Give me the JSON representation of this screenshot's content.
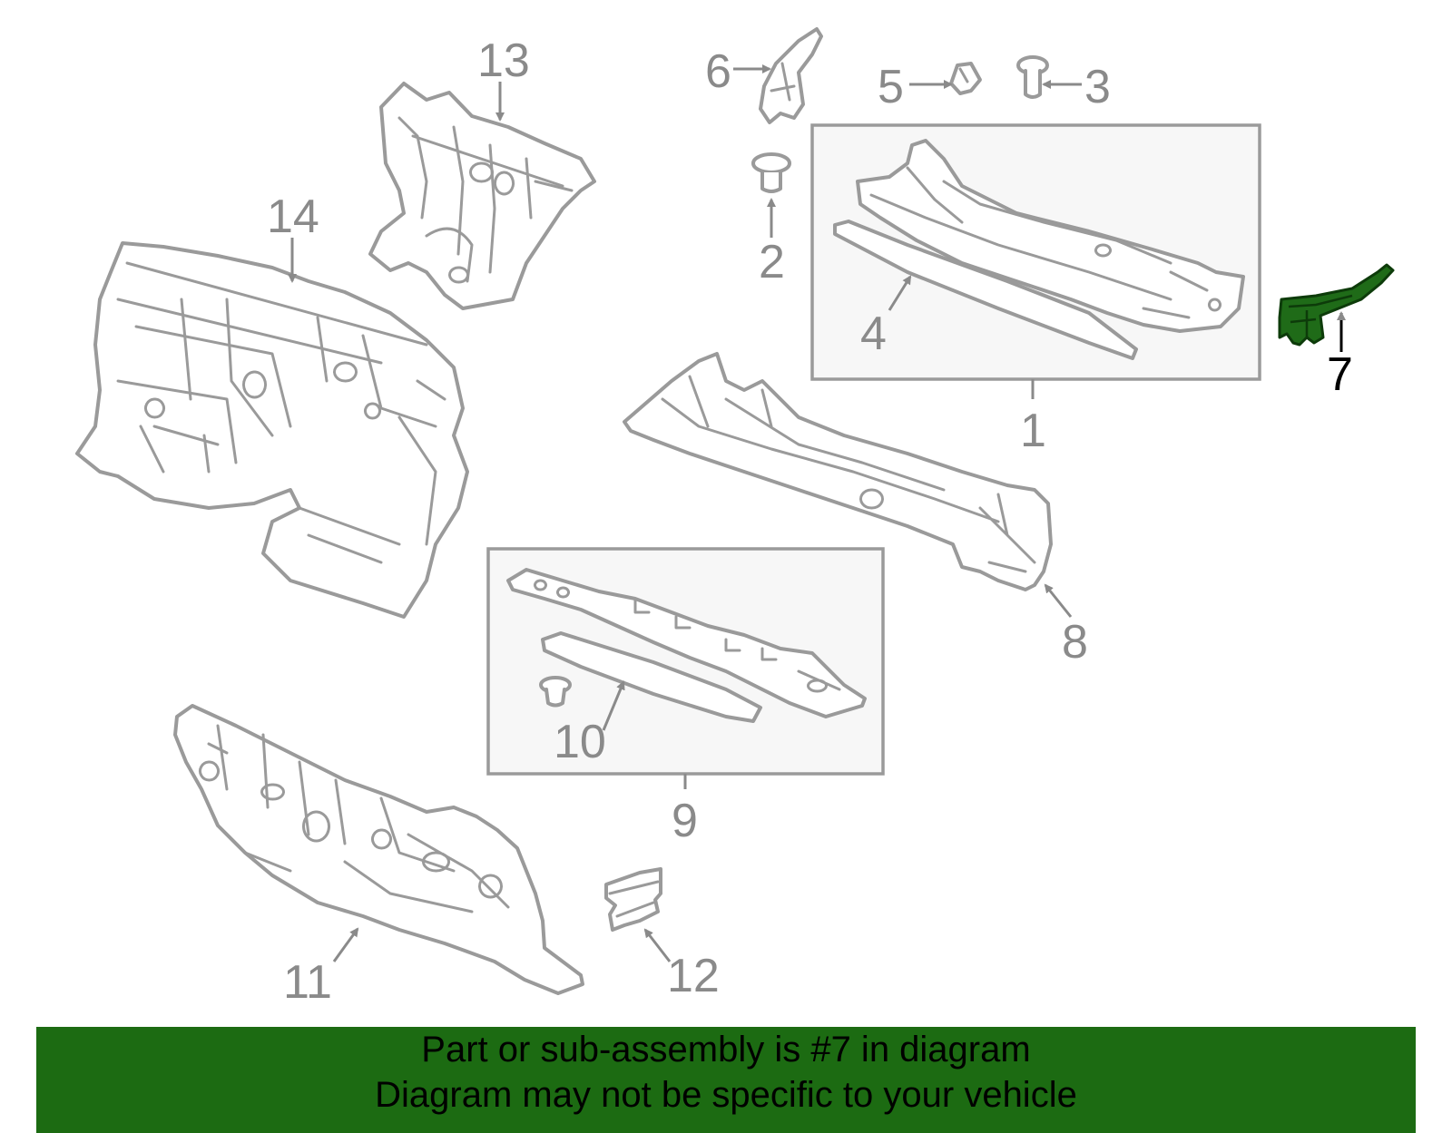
{
  "callouts": {
    "c1": "1",
    "c2": "2",
    "c3": "3",
    "c4": "4",
    "c5": "5",
    "c6": "6",
    "c7": "7",
    "c8": "8",
    "c9": "9",
    "c10": "10",
    "c11": "11",
    "c12": "12",
    "c13": "13",
    "c14": "14"
  },
  "highlighted_part": "7",
  "colors": {
    "highlight": "#1f6b18",
    "banner": "#1c6b12",
    "line": "#9a9a9a"
  },
  "banner": {
    "line1": "Part or sub-assembly is #7 in diagram",
    "line2": "Diagram may not be specific to your vehicle"
  }
}
